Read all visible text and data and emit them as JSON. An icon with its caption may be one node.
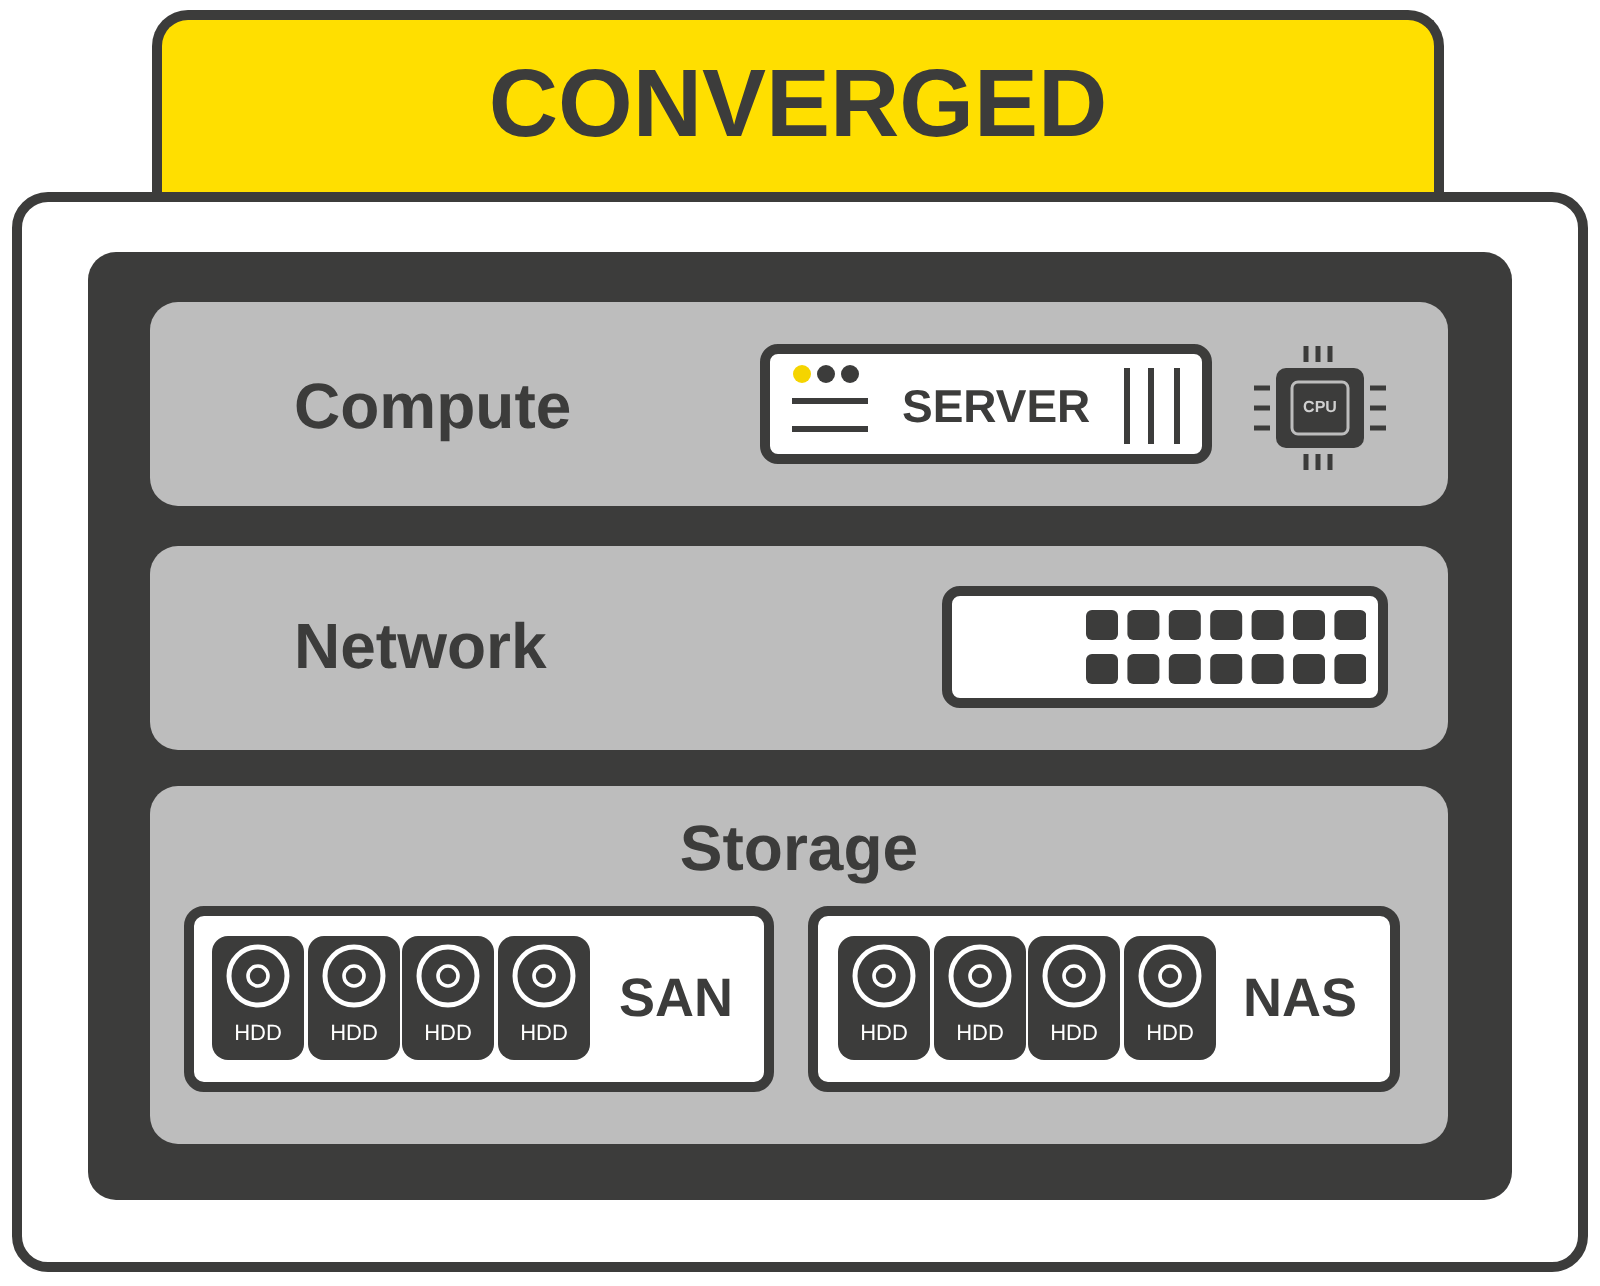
{
  "diagram": {
    "nodes": [
      {
        "text": [
          "CONVERGED"
        ]
      },
      {
        "text": [
          "Compute"
        ],
        "in": 0
      },
      {
        "text": [
          "SERVER"
        ],
        "in": 1
      },
      {
        "text": [
          "CPU"
        ],
        "in": 1
      },
      {
        "text": [
          "Network"
        ],
        "in": 0
      },
      {
        "text": [],
        "shape": "box",
        "in": 4
      },
      {
        "text": [
          "Storage"
        ],
        "in": 0
      },
      {
        "text": [
          "SAN"
        ],
        "in": 6
      },
      {
        "text": [
          "HDD"
        ],
        "in": 7
      },
      {
        "text": [
          "HDD"
        ],
        "in": 7
      },
      {
        "text": [
          "HDD"
        ],
        "in": 7
      },
      {
        "text": [
          "HDD"
        ],
        "in": 7
      },
      {
        "text": [
          "NAS"
        ],
        "in": 6
      },
      {
        "text": [
          "HDD"
        ],
        "in": 12
      },
      {
        "text": [
          "HDD"
        ],
        "in": 12
      },
      {
        "text": [
          "HDD"
        ],
        "in": 12
      },
      {
        "text": [
          "HDD"
        ],
        "in": 12
      }
    ]
  }
}
